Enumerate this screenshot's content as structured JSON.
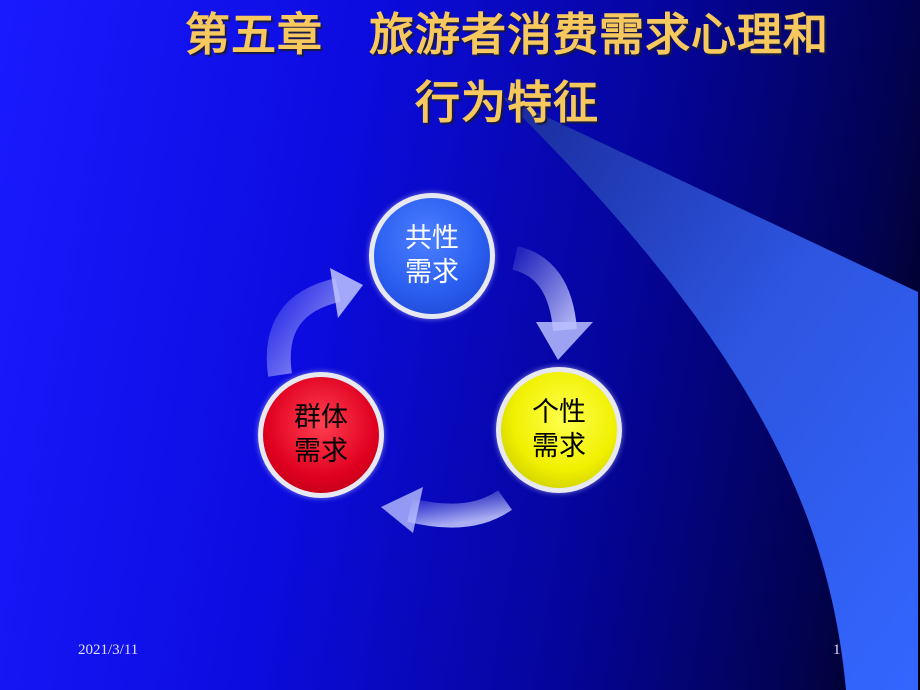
{
  "title": {
    "line1": "第五章　旅游者消费需求心理和",
    "line2": "行为特征"
  },
  "cycle": [
    {
      "line1": "共性",
      "line2": "需求"
    },
    {
      "line1": "个性",
      "line2": "需求"
    },
    {
      "line1": "群体",
      "line2": "需求"
    }
  ],
  "footer": {
    "date": "2021/3/11",
    "page": "1"
  },
  "colors": {
    "title": "#f7c85e",
    "swoosh": "#3366ff",
    "common": "#2a5ef0",
    "individual": "#f0f000",
    "group": "#e00020"
  }
}
